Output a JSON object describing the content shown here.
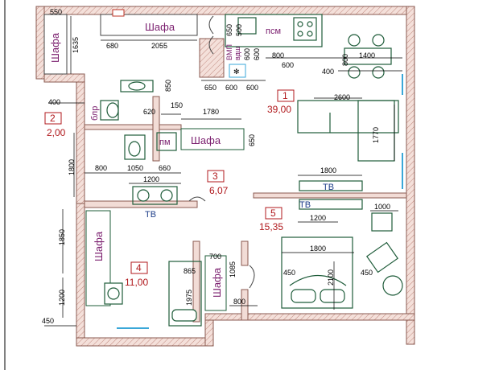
{
  "labels": {
    "wardrobe": "Шафа",
    "psm": "псм",
    "vmp": "ВМП",
    "vdsh": "вдш",
    "blr": "блр",
    "pm": "пм",
    "tv": "ТВ"
  },
  "rooms": [
    {
      "num": "1",
      "area": "39,00"
    },
    {
      "num": "2",
      "area": "2,00"
    },
    {
      "num": "3",
      "area": "6,07"
    },
    {
      "num": "4",
      "area": "11,00"
    },
    {
      "num": "5",
      "area": "15,35"
    }
  ],
  "dims": {
    "d550": "550",
    "d1635": "1635",
    "d680": "680",
    "d2055": "2055",
    "d650a": "650",
    "d500a": "500",
    "d600a": "600",
    "d600b": "600",
    "d800a": "800",
    "d600c": "600",
    "d1400": "1400",
    "d800b": "800",
    "d400a": "400",
    "d850": "850",
    "d650b": "650",
    "d600d": "600",
    "d600e": "600",
    "d400b": "400",
    "d620": "620",
    "d150": "150",
    "d1780": "1780",
    "d2600": "2600",
    "d1770": "1770",
    "d650c": "650",
    "d1800a": "1800",
    "d800c": "800",
    "d1050": "1050",
    "d660": "660",
    "d1200a": "1200",
    "d1800b": "1800",
    "d1200b": "1200",
    "d1000": "1000",
    "d1850": "1850",
    "d1800c": "1800",
    "d700": "700",
    "d865": "865",
    "d1085": "1085",
    "d1975": "1975",
    "d450a": "450",
    "d2100": "2100",
    "d450b": "450",
    "d1200c": "1200",
    "d800d": "800",
    "d450c": "450"
  }
}
